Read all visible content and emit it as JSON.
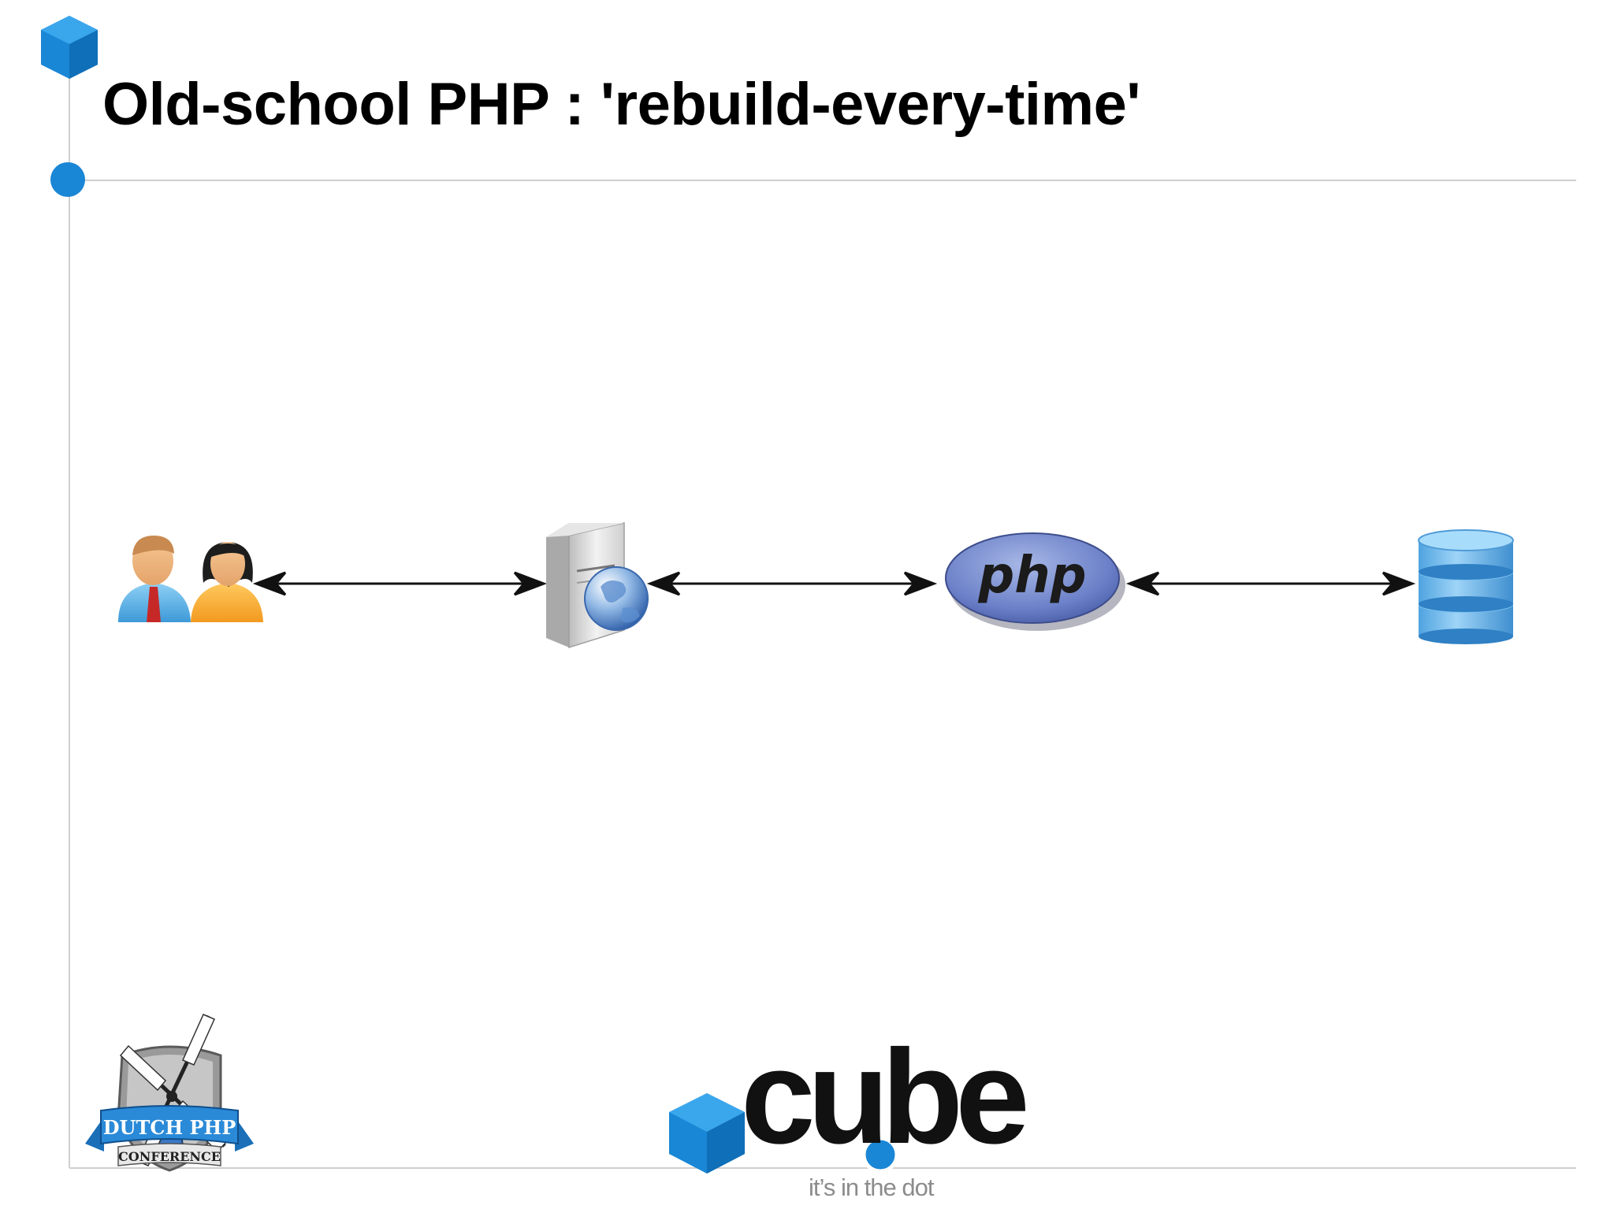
{
  "slide": {
    "title": "Old-school PHP : 'rebuild-every-time'",
    "accent_color": "#1a86d6",
    "rule_color": "#cfcfcf"
  },
  "diagram": {
    "nodes": [
      {
        "id": "users",
        "icon": "users-icon"
      },
      {
        "id": "web-server",
        "icon": "web-server-icon"
      },
      {
        "id": "php",
        "icon": "php-logo",
        "label": "php"
      },
      {
        "id": "database",
        "icon": "database-icon"
      }
    ],
    "edges": [
      {
        "from": "users",
        "to": "web-server",
        "style": "bidirectional-arrow"
      },
      {
        "from": "web-server",
        "to": "php",
        "style": "bidirectional-arrow"
      },
      {
        "from": "php",
        "to": "database",
        "style": "bidirectional-arrow"
      }
    ]
  },
  "footer": {
    "conference_logo": {
      "line1": "DUTCH PHP",
      "line2": "CONFERENCE"
    },
    "company_logo": {
      "name": "cube",
      "tagline": "it’s in the dot"
    }
  }
}
